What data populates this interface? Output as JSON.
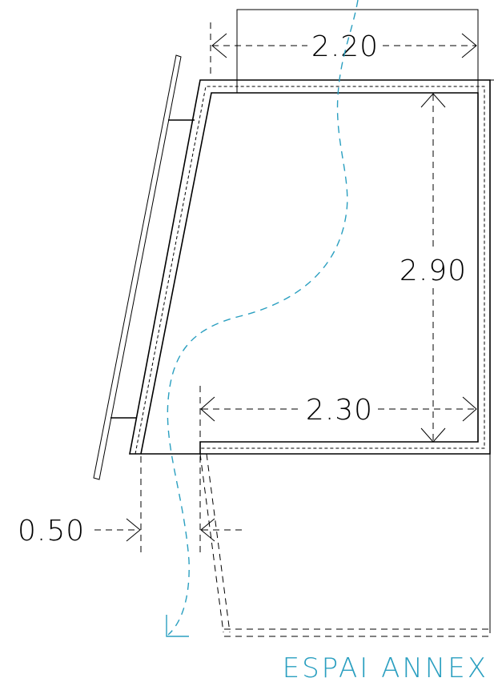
{
  "dimensions": {
    "top_width": "2.20",
    "height": "2.90",
    "bottom_width": "2.30",
    "offset": "0.50"
  },
  "space_label": "ESPAI ANNEX",
  "colors": {
    "line": "#000000",
    "path": "#2a9fc0"
  }
}
